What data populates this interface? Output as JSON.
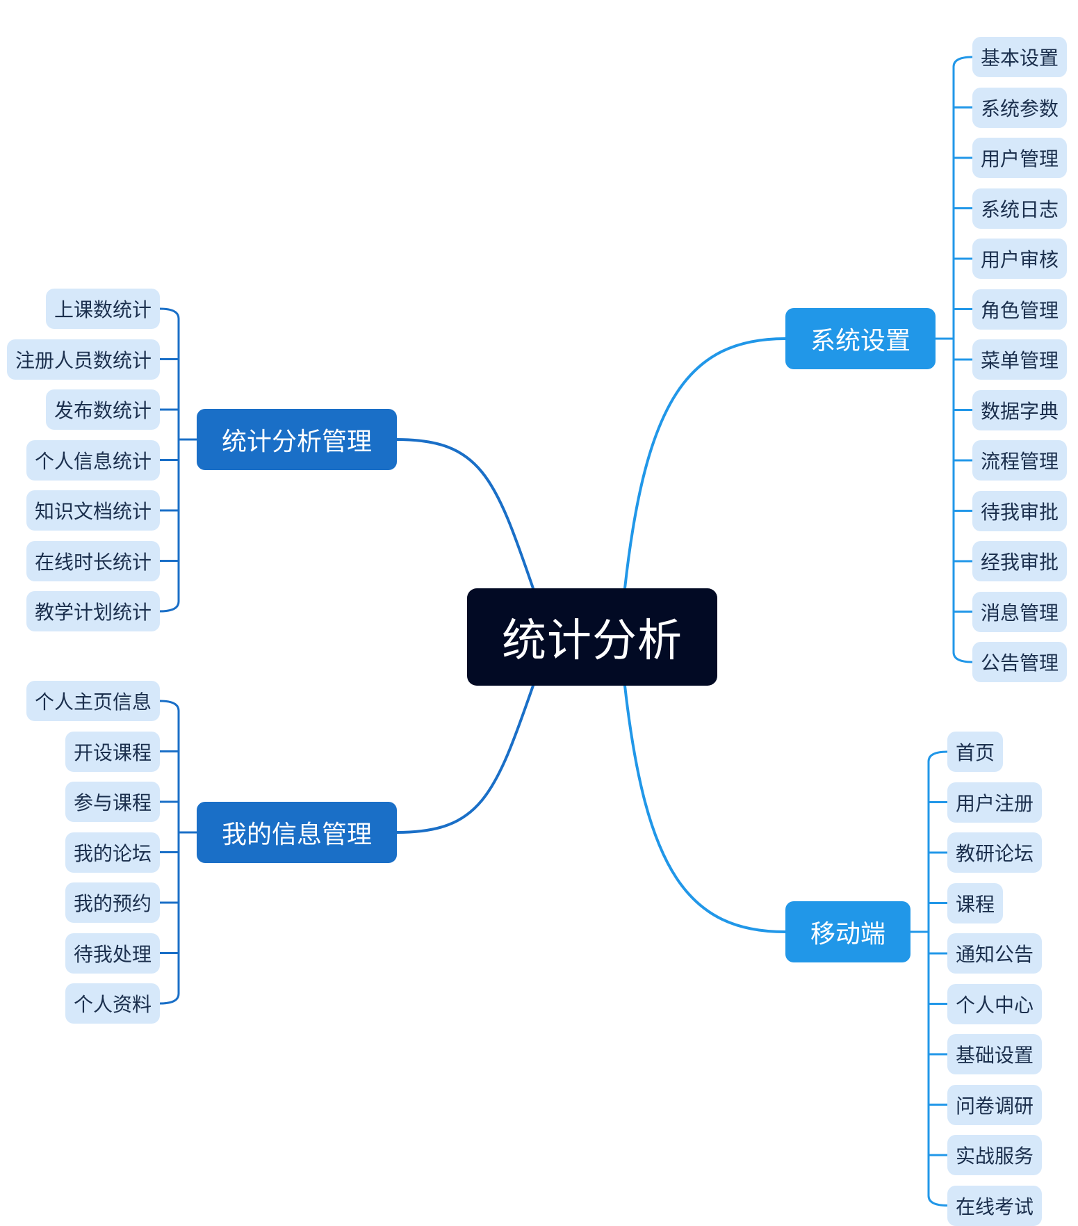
{
  "colors": {
    "background": "#ffffff",
    "root_fill": "#020a24",
    "root_text": "#ffffff",
    "branch_text": "#ffffff",
    "leaf_fill": "#d6e8fa",
    "leaf_text": "#1b2f4d",
    "left_branch_fill": "#1a6fc7",
    "right_branch_fill": "#2197e8"
  },
  "root": {
    "label": "统计分析"
  },
  "branches": [
    {
      "id": "stats",
      "label": "统计分析管理",
      "side": "left",
      "leaves": [
        "上课数统计",
        "注册人员数统计",
        "发布数统计",
        "个人信息统计",
        "知识文档统计",
        "在线时长统计",
        "教学计划统计"
      ]
    },
    {
      "id": "myinfo",
      "label": "我的信息管理",
      "side": "left",
      "leaves": [
        "个人主页信息",
        "开设课程",
        "参与课程",
        "我的论坛",
        "我的预约",
        "待我处理",
        "个人资料"
      ]
    },
    {
      "id": "system",
      "label": "系统设置",
      "side": "right",
      "leaves": [
        "基本设置",
        "系统参数",
        "用户管理",
        "系统日志",
        "用户审核",
        "角色管理",
        "菜单管理",
        "数据字典",
        "流程管理",
        "待我审批",
        "经我审批",
        "消息管理",
        "公告管理"
      ]
    },
    {
      "id": "mobile",
      "label": "移动端",
      "side": "right",
      "leaves": [
        "首页",
        "用户注册",
        "教研论坛",
        "课程",
        "通知公告",
        "个人中心",
        "基础设置",
        "问卷调研",
        "实战服务",
        "在线考试"
      ]
    }
  ]
}
